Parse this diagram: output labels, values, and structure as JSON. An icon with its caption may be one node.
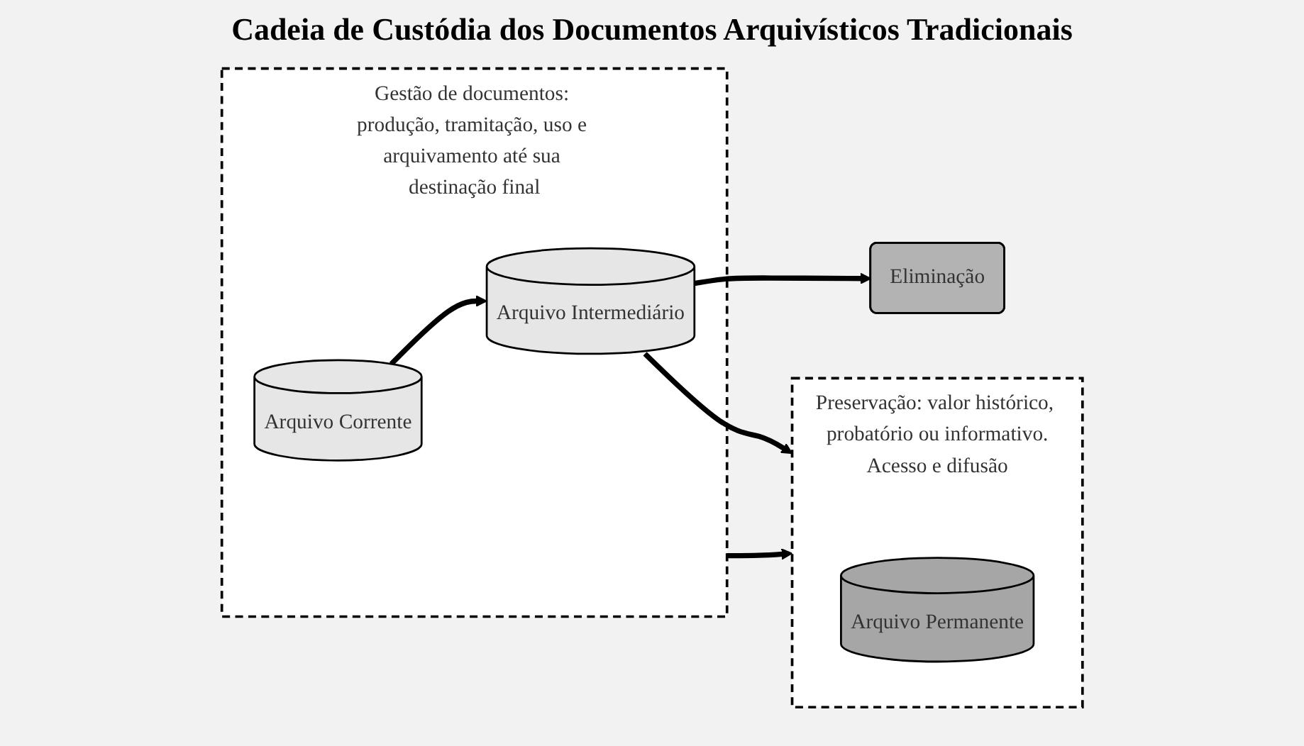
{
  "diagram": {
    "title": "Cadeia de Custódia dos Documentos Arquivísticos Tradicionais",
    "nodes": [
      {
        "text": [
          "Gestão de documentos: produção, tramitação, uso e arquivamento até sua destinação final"
        ]
      },
      {
        "text": [
          "Arquivo Corrente"
        ],
        "in": 0
      },
      {
        "text": [
          "Arquivo Intermediário"
        ],
        "in": 0
      },
      {
        "text": [
          "Preservação: valor histórico, probatório ou informativo.",
          "Acesso e difusão"
        ]
      },
      {
        "text": [
          "Arquivo Permanente"
        ],
        "in": 3
      },
      {
        "text": [
          "Eliminação"
        ]
      }
    ],
    "edges": [
      {
        "from": 0,
        "to": 3,
        "arrow": "to"
      },
      {
        "from": 1,
        "to": 2,
        "arrow": "to"
      },
      {
        "from": 2,
        "to": 3,
        "arrow": "to"
      },
      {
        "from": 2,
        "to": 5,
        "arrow": "to"
      }
    ]
  }
}
